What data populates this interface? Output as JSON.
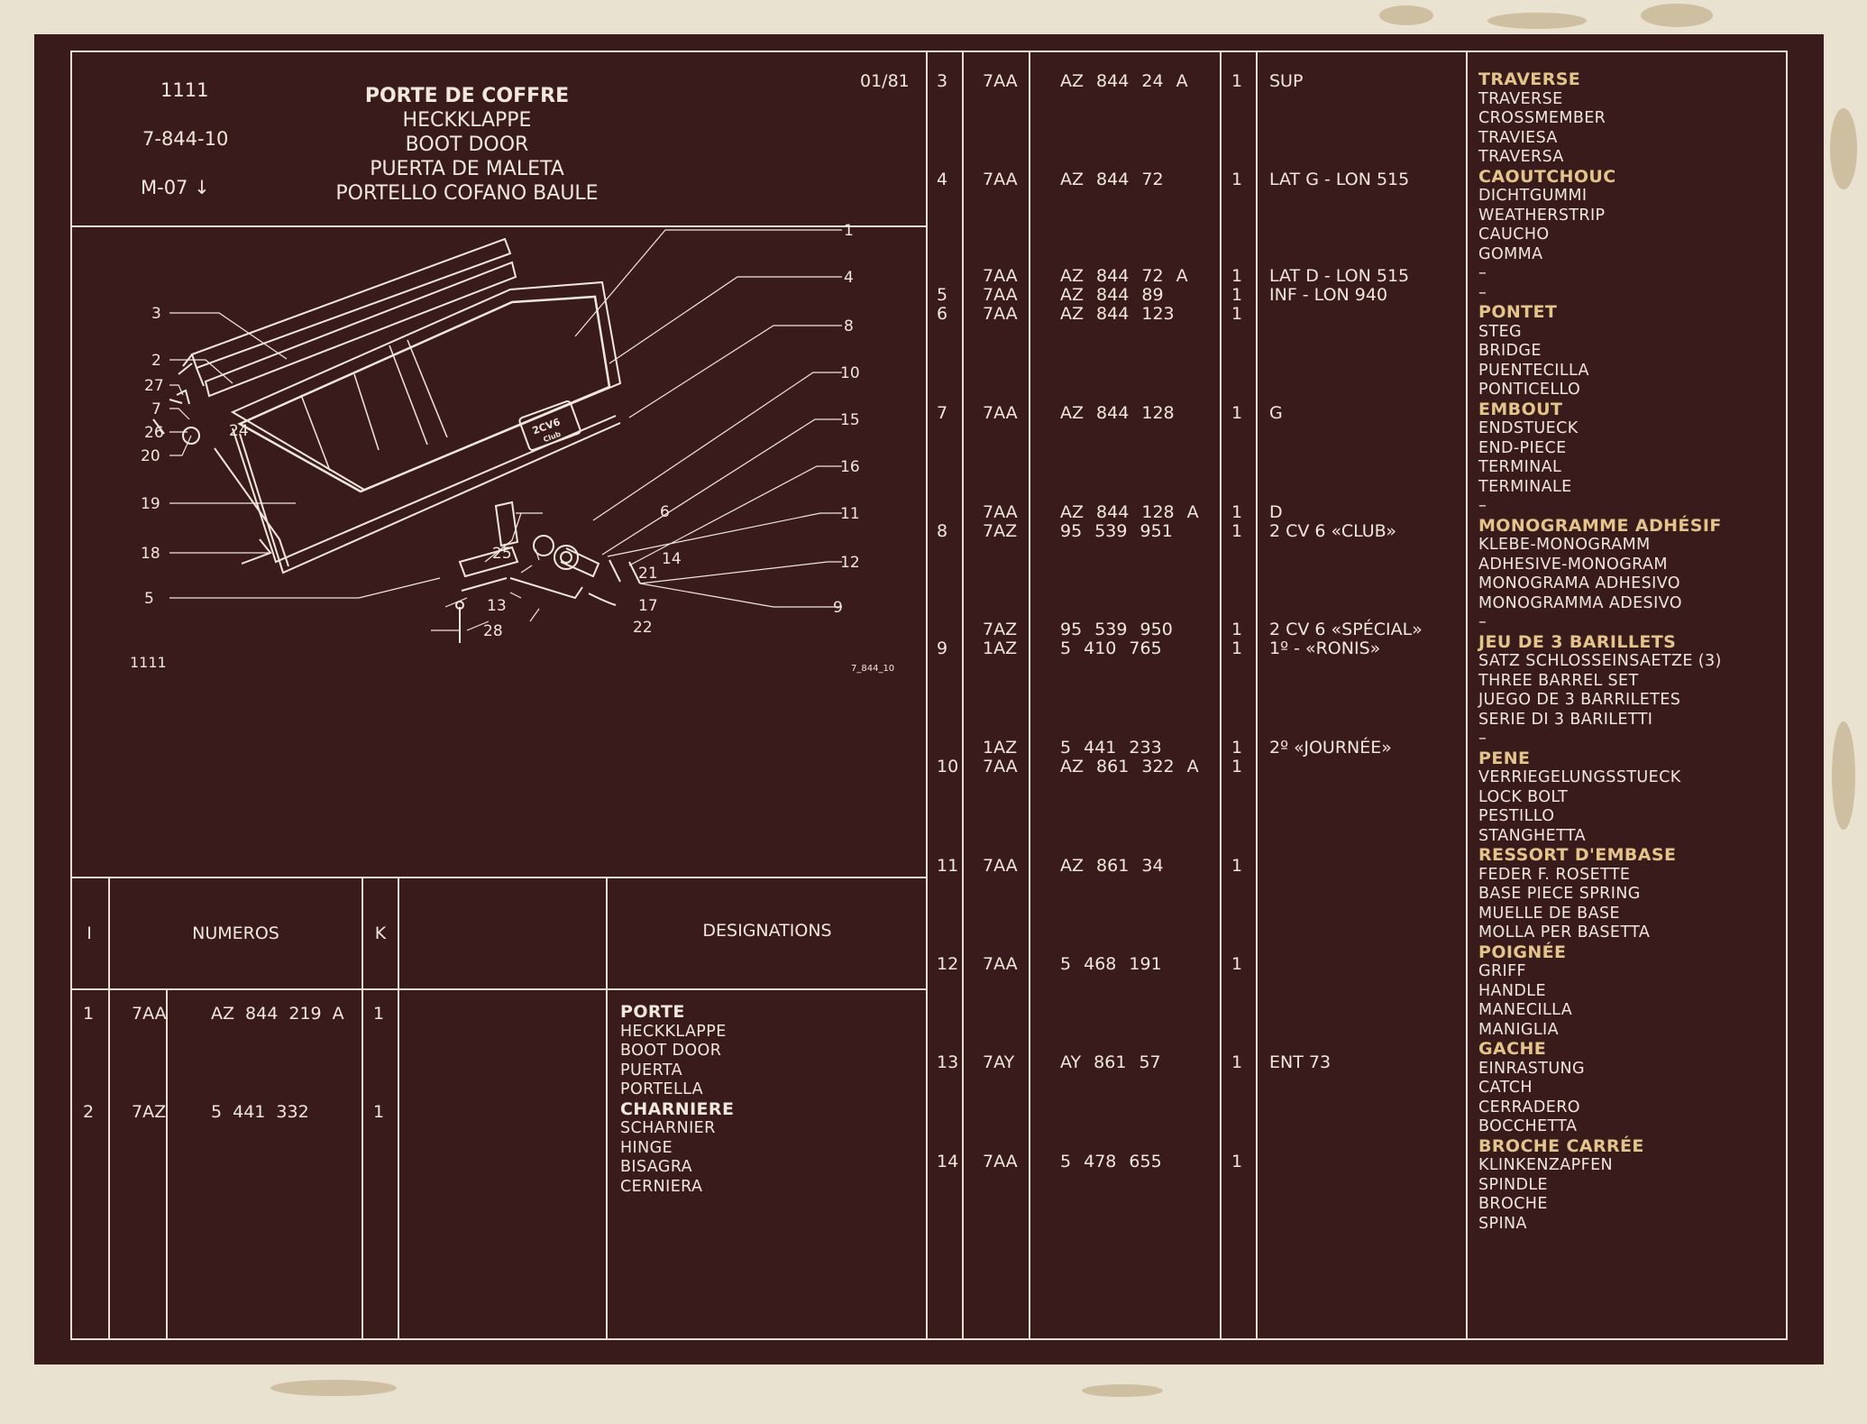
{
  "header": {
    "plate_number": "1111",
    "plate_code": "7-844-10",
    "model_code": "M-07",
    "model_arrow": "↓",
    "date": "01/81",
    "titles": [
      "PORTE DE COFFRE",
      "HECKKLAPPE",
      "BOOT DOOR",
      "PUERTA DE MALETA",
      "PORTELLO COFANO BAULE"
    ]
  },
  "diagram": {
    "plate_number": "1111",
    "ref": "7_844_10",
    "badge": {
      "line1": "2CV6",
      "line2": "Club"
    },
    "callouts": [
      "1",
      "2",
      "3",
      "4",
      "5",
      "6",
      "7",
      "8",
      "9",
      "10",
      "11",
      "12",
      "13",
      "14",
      "15",
      "16",
      "17",
      "18",
      "19",
      "20",
      "21",
      "22",
      "24",
      "25",
      "26",
      "27",
      "28"
    ]
  },
  "table_header": {
    "col_i": "I",
    "col_numeros": "NUMEROS",
    "col_k": "K",
    "col_designations": "DESIGNATIONS"
  },
  "left_rows": [
    {
      "item": "1",
      "prefix": "7AA",
      "number": "AZ 844 219 A",
      "qty": "1"
    },
    {
      "item": "2",
      "prefix": "7AZ",
      "number": "5 441 332",
      "qty": "1"
    }
  ],
  "left_designations": [
    {
      "title": "PORTE",
      "lines": [
        "HECKKLAPPE",
        "BOOT DOOR",
        "PUERTA",
        "PORTELLA"
      ]
    },
    {
      "title": "CHARNIERE",
      "lines": [
        "SCHARNIER",
        "HINGE",
        "BISAGRA",
        "CERNIERA"
      ]
    }
  ],
  "right_rows": [
    {
      "item": "3",
      "prefix": "7AA",
      "number": "AZ 844 24 A",
      "qty": "1",
      "note": "SUP"
    },
    {
      "item": "4",
      "prefix": "7AA",
      "number": "AZ 844 72",
      "qty": "1",
      "note": "LAT G - LON 515"
    },
    {
      "item": "",
      "prefix": "7AA",
      "number": "AZ 844 72 A",
      "qty": "1",
      "note": "LAT D - LON 515"
    },
    {
      "item": "5",
      "prefix": "7AA",
      "number": "AZ 844 89",
      "qty": "1",
      "note": "INF - LON 940"
    },
    {
      "item": "6",
      "prefix": "7AA",
      "number": "AZ 844 123",
      "qty": "1",
      "note": ""
    },
    {
      "item": "7",
      "prefix": "7AA",
      "number": "AZ 844 128",
      "qty": "1",
      "note": "G"
    },
    {
      "item": "",
      "prefix": "7AA",
      "number": "AZ 844 128 A",
      "qty": "1",
      "note": "D"
    },
    {
      "item": "8",
      "prefix": "7AZ",
      "number": "95 539 951",
      "qty": "1",
      "note": "2 CV 6 «CLUB»"
    },
    {
      "item": "",
      "prefix": "7AZ",
      "number": "95 539 950",
      "qty": "1",
      "note": "2 CV 6 «SPÉCIAL»"
    },
    {
      "item": "9",
      "prefix": "1AZ",
      "number": "5 410 765",
      "qty": "1",
      "note": "1º - «RONIS»"
    },
    {
      "item": "",
      "prefix": "1AZ",
      "number": "5 441 233",
      "qty": "1",
      "note": "2º «JOURNÉE»"
    },
    {
      "item": "10",
      "prefix": "7AA",
      "number": "AZ 861 322 A",
      "qty": "1",
      "note": ""
    },
    {
      "item": "11",
      "prefix": "7AA",
      "number": "AZ 861 34",
      "qty": "1",
      "note": ""
    },
    {
      "item": "12",
      "prefix": "7AA",
      "number": "5 468 191",
      "qty": "1",
      "note": ""
    },
    {
      "item": "13",
      "prefix": "7AY",
      "number": "AY 861 57",
      "qty": "1",
      "note": "ENT 73"
    },
    {
      "item": "14",
      "prefix": "7AA",
      "number": "5 478 655",
      "qty": "1",
      "note": ""
    }
  ],
  "right_designations": [
    "TRAVERSE",
    "TRAVERSE",
    "CROSSMEMBER",
    "TRAVIESA",
    "TRAVERSA",
    "CAOUTCHOUC",
    "DICHTGUMMI",
    "WEATHERSTRIP",
    "CAUCHO",
    "GOMMA",
    "–",
    "–",
    "PONTET",
    "STEG",
    "BRIDGE",
    "PUENTECILLA",
    "PONTICELLO",
    "EMBOUT",
    "ENDSTUECK",
    "END-PIECE",
    "TERMINAL",
    "TERMINALE",
    "–",
    "MONOGRAMME ADHÉSIF",
    "KLEBE-MONOGRAMM",
    "ADHESIVE-MONOGRAM",
    "MONOGRAMA ADHESIVO",
    "MONOGRAMMA ADESIVO",
    "–",
    "JEU DE 3 BARILLETS",
    "SATZ SCHLOSSEINSAETZE (3)",
    "THREE BARREL SET",
    "JUEGO DE 3 BARRILETES",
    "SERIE DI 3 BARILETTI",
    "–",
    "PENE",
    "VERRIEGELUNGSSTUECK",
    "LOCK BOLT",
    "PESTILLO",
    "STANGHETTA",
    "RESSORT D'EMBASE",
    "FEDER F. ROSETTE",
    "BASE PIECE SPRING",
    "MUELLE DE BASE",
    "MOLLA PER BASETTA",
    "POIGNÉE",
    "GRIFF",
    "HANDLE",
    "MANECILLA",
    "MANIGLIA",
    "GACHE",
    "EINRASTUNG",
    "CATCH",
    "CERRADERO",
    "BOCCHETTA",
    "BROCHE CARRÉE",
    "KLINKENZAPFEN",
    "SPINDLE",
    "BROCHE",
    "SPINA"
  ],
  "colors": {
    "sheet": "#3a1b1b",
    "ink": "#f0e8dc",
    "accent": "#e3c58a",
    "background": "#e9e2d0"
  }
}
